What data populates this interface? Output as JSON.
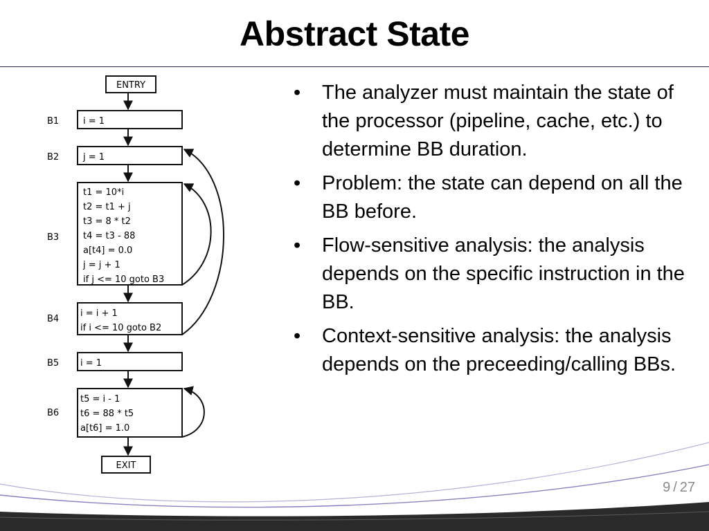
{
  "slide": {
    "title": "Abstract State",
    "page_current": "9",
    "page_sep": "/",
    "page_total": "27"
  },
  "bullets": [
    {
      "text": "The analyzer must maintain the state of the processor (pipeline, cache, etc.) to determine BB duration."
    },
    {
      "text": "Problem: the state can depend on all the BB before."
    },
    {
      "text": "Flow-sensitive analysis: the analysis depends on the specific instruction in the BB."
    },
    {
      "text": "Context-sensitive analysis: the analysis depends on the preceeding/calling BBs."
    }
  ],
  "bullet_marker": "•",
  "diagram": {
    "entry": "ENTRY",
    "exit": "EXIT",
    "blocks": [
      {
        "label": "B1",
        "lines": [
          "i = 1"
        ]
      },
      {
        "label": "B2",
        "lines": [
          "j = 1"
        ]
      },
      {
        "label": "B3",
        "lines": [
          "t1 = 10*i",
          "t2 = t1 + j",
          "t3 = 8 * t2",
          "t4 = t3 - 88",
          "a[t4] = 0.0",
          "j = j + 1",
          "if j <= 10 goto B3"
        ]
      },
      {
        "label": "B4",
        "lines": [
          "i = i + 1",
          "if i <= 10 goto B2"
        ]
      },
      {
        "label": "B5",
        "lines": [
          "i = 1"
        ]
      },
      {
        "label": "B6",
        "lines": [
          "t5 = i - 1",
          "t6 = 88 * t5",
          "a[t6] = 1.0"
        ]
      }
    ]
  },
  "colors": {
    "title_rule": "#2c1f48",
    "footer_dark": "#2a2a2a",
    "footer_accent": "#8e7fc0",
    "page_number": "#8a8a8a"
  }
}
